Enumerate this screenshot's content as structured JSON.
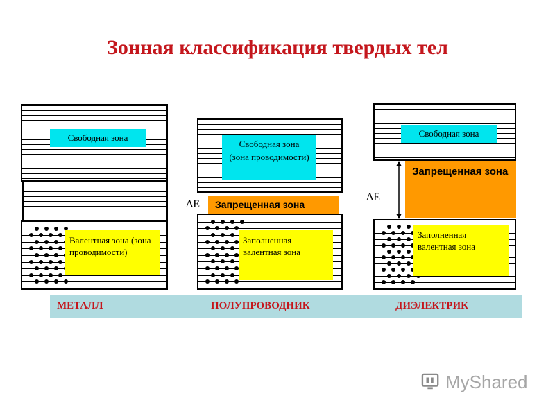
{
  "title": "Зонная классификация твердых тел",
  "metal": {
    "free_zone": "Свободная зона",
    "valence_zone": "Валентная зона (зона проводимости)"
  },
  "semiconductor": {
    "free_zone_line1": "Свободная зона",
    "free_zone_line2": "(зона проводимости)",
    "forbidden_zone": "Запрещенная зона",
    "delta_e": "ΔE",
    "filled_valence": "Заполненная валентная зона"
  },
  "dielectric": {
    "free_zone": "Свободная зона",
    "forbidden_zone": "Запрещенная зона",
    "delta_e": "ΔE",
    "filled_valence": "Заполненная валентная зона"
  },
  "bottom_labels": {
    "metal": "МЕТАЛЛ",
    "semiconductor": "ПОЛУПРОВОДНИК",
    "dielectric": "ДИЭЛЕКТРИК"
  },
  "watermark": "MyShared",
  "colors": {
    "title": "#c4161c",
    "cyan_label": "#00e5ee",
    "yellow_label": "#ffff00",
    "forbidden": "#ff9900",
    "bottom_bar": "#b0dbe0"
  }
}
